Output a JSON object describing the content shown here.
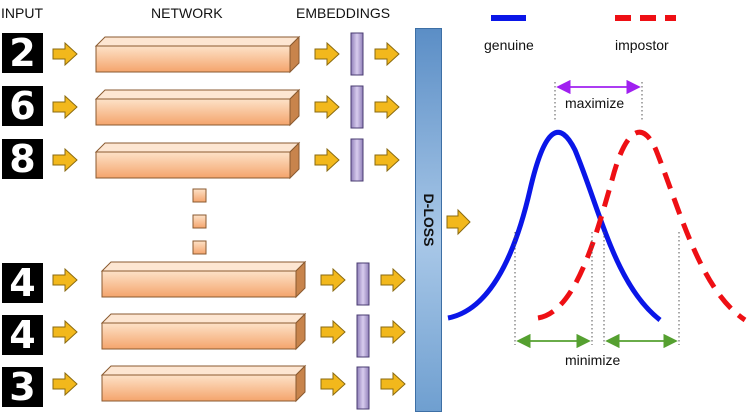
{
  "headers": {
    "input": "INPUT",
    "network": "NETWORK",
    "embeddings": "EMBEDDINGS"
  },
  "inputs": [
    "2",
    "6",
    "8",
    "4",
    "4",
    "3"
  ],
  "loss_block": {
    "label": "D-LOSS"
  },
  "legend": {
    "genuine": {
      "label": "genuine",
      "color": "#0a16e8"
    },
    "impostor": {
      "label": "impostor",
      "color": "#ee0f14"
    }
  },
  "annotations": {
    "maximize": {
      "label": "maximize",
      "color": "#a020f0"
    },
    "minimize": {
      "label": "minimize",
      "color": "#55a030"
    }
  },
  "colors": {
    "arrow": "#f2b81c",
    "arrow_stroke": "#8a6a10",
    "network_block": "#f6b888",
    "embedding": "#b8a6d8",
    "loss_block": "#7fa8d8"
  }
}
